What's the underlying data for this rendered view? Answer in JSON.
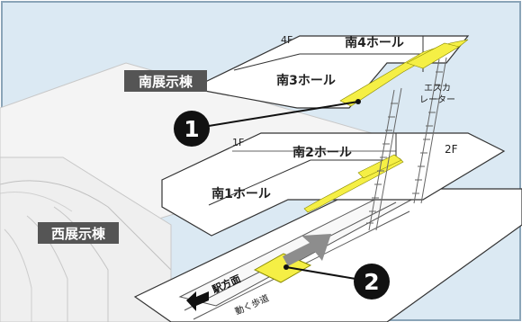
{
  "colors": {
    "sky": "#dbe9f3",
    "frame": "#8aa4b8",
    "floor_plate": "#ffffff",
    "floor_outline": "#333333",
    "highlight": "#f5ef45",
    "arrow": "#8d8d8d",
    "label_box": "#555555",
    "callout": "#111111"
  },
  "buildings": {
    "south": "南展示棟",
    "west": "西展示棟"
  },
  "floors": {
    "f4": "4F",
    "f1": "1F",
    "f2": "2F"
  },
  "halls": {
    "south4": "南4ホール",
    "south3": "南3ホール",
    "south2": "南2ホール",
    "south1": "南1ホール"
  },
  "escalator": {
    "line1": "エスカ",
    "line2": "レーター"
  },
  "callouts": {
    "c1": "1",
    "c2": "2"
  },
  "direction": {
    "station": "駅方面",
    "walkway": "動く歩道"
  }
}
